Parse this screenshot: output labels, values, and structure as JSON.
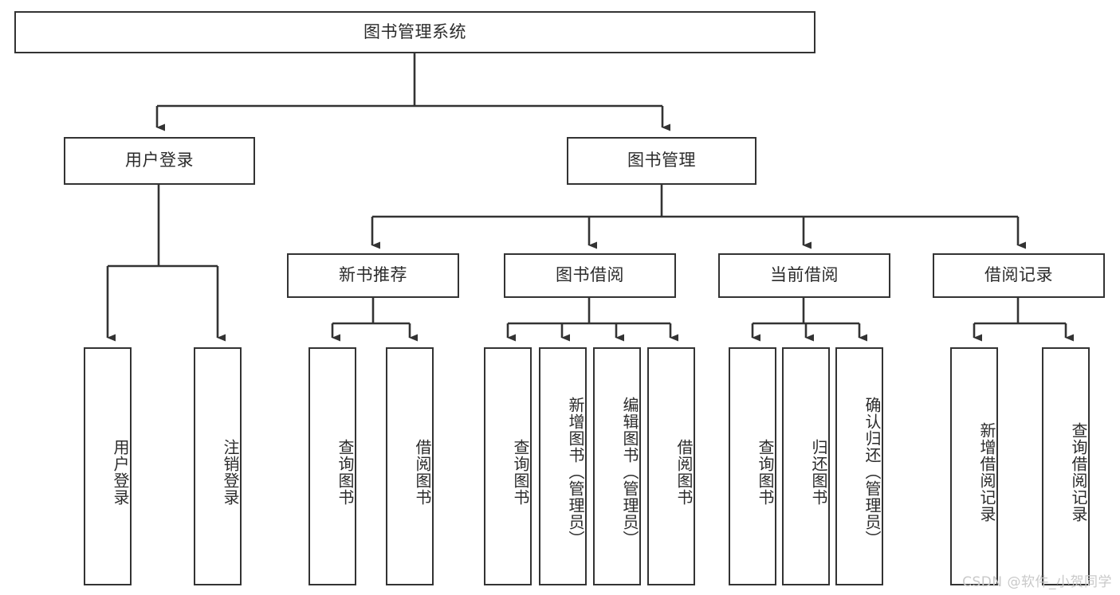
{
  "diagram": {
    "title": "图书管理系统",
    "type": "tree-hierarchy",
    "watermark": "CSDN @软件_小贺同学",
    "colors": {
      "background": "#ffffff",
      "box_border": "#333333",
      "box_fill": "#ffffff",
      "text": "#2b2b2b",
      "edge": "#333333",
      "watermark": "#c9c9c9"
    },
    "levels": {
      "root": {
        "label": "图书管理系统"
      },
      "level2": [
        {
          "label": "用户登录"
        },
        {
          "label": "图书管理"
        }
      ],
      "level3": [
        {
          "label": "新书推荐"
        },
        {
          "label": "图书借阅"
        },
        {
          "label": "当前借阅"
        },
        {
          "label": "借阅记录"
        }
      ],
      "leaves": [
        {
          "label": "用户登录",
          "parent": "用户登录"
        },
        {
          "label": "注销登录",
          "parent": "用户登录"
        },
        {
          "label": "查询图书",
          "parent": "新书推荐"
        },
        {
          "label": "借阅图书",
          "parent": "新书推荐"
        },
        {
          "label": "查询图书",
          "parent": "图书借阅"
        },
        {
          "label": "新增图书（管理员）",
          "parent": "图书借阅"
        },
        {
          "label": "编辑图书（管理员）",
          "parent": "图书借阅"
        },
        {
          "label": "借阅图书",
          "parent": "图书借阅"
        },
        {
          "label": "查询图书",
          "parent": "当前借阅"
        },
        {
          "label": "归还图书",
          "parent": "当前借阅"
        },
        {
          "label": "确认归还（管理员）",
          "parent": "当前借阅"
        },
        {
          "label": "新增借阅记录",
          "parent": "借阅记录"
        },
        {
          "label": "查询借阅记录",
          "parent": "借阅记录"
        }
      ]
    }
  }
}
